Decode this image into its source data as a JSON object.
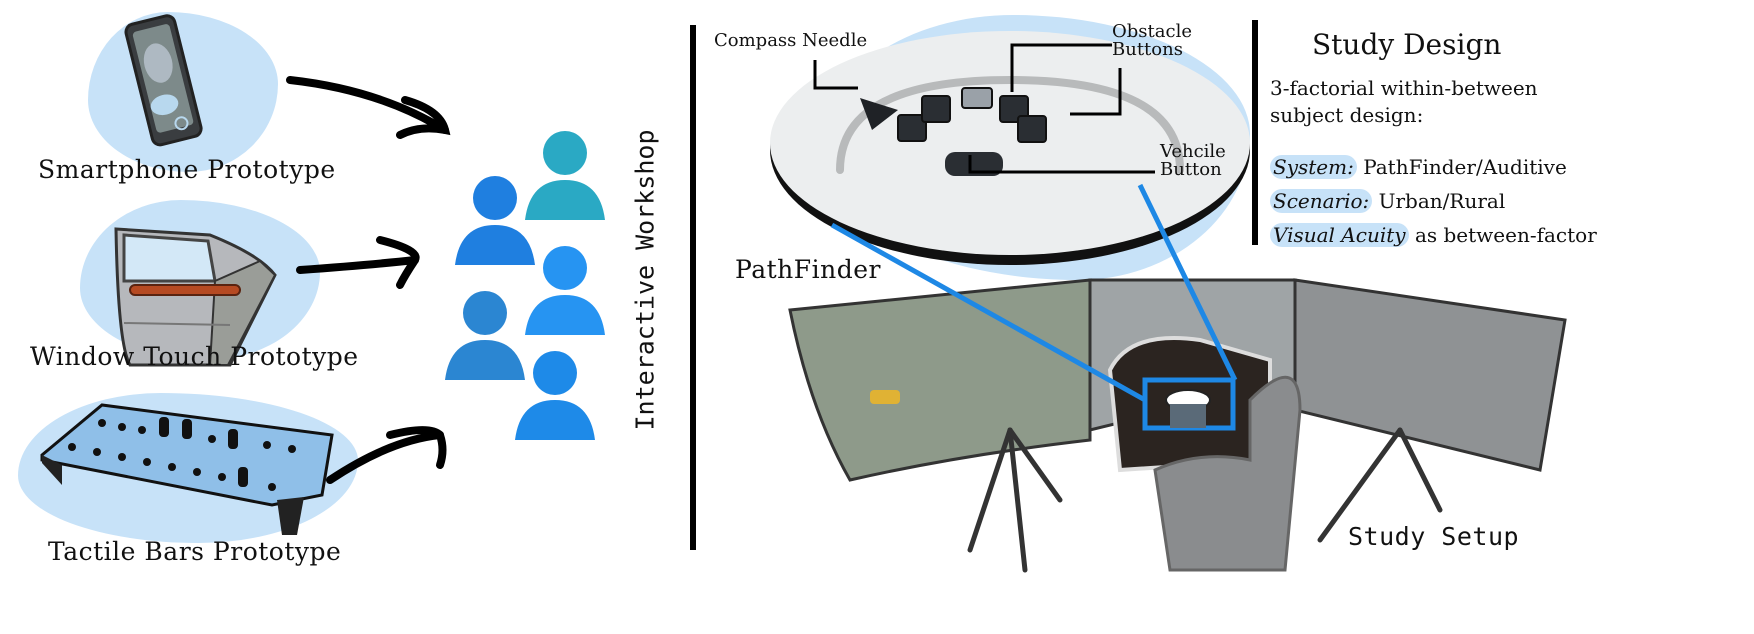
{
  "prototypes": [
    {
      "label": "Smartphone Prototype",
      "icon": "smartphone-icon"
    },
    {
      "label": "Window Touch Prototype",
      "icon": "car-door-icon"
    },
    {
      "label": "Tactile Bars Prototype",
      "icon": "tactile-bars-icon"
    }
  ],
  "workshop": {
    "label": "Interactive Workshop",
    "participants": [
      {
        "color": "#1f7fe0"
      },
      {
        "color": "#2aa9c4"
      },
      {
        "color": "#2b86d2"
      },
      {
        "color": "#2694f2"
      },
      {
        "color": "#1e8ae8"
      }
    ]
  },
  "pathfinder": {
    "label": "PathFinder",
    "annotations": {
      "compass_needle": "Compass Needle",
      "obstacle_buttons": "Obstacle\nButtons",
      "obstacle_line1": "Obstacle",
      "obstacle_line2": "Buttons",
      "vehicle_line1": "Vehcile",
      "vehicle_line2": "Button"
    }
  },
  "study_design": {
    "title": "Study Design",
    "intro_line1": "3-factorial within-between",
    "intro_line2": "subject design:",
    "factors": [
      {
        "name": "System:",
        "value": "PathFinder/Auditive"
      },
      {
        "name": "Scenario:",
        "value": "Urban/Rural"
      },
      {
        "name": "Visual Acuity",
        "value": "as between-factor"
      }
    ]
  },
  "study_setup": {
    "label": "Study Setup"
  },
  "colors": {
    "highlight": "#c7e2f8",
    "connector": "#1e88e5",
    "divider": "#000000"
  }
}
